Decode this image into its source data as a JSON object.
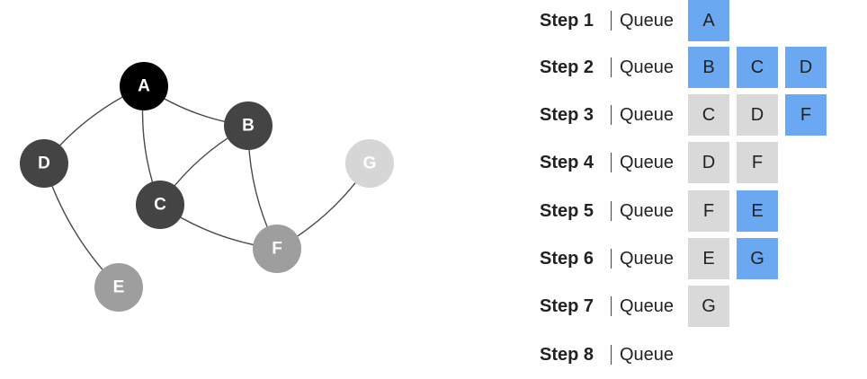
{
  "graph": {
    "nodes": [
      {
        "id": "A",
        "label": "A",
        "fill": "#000000"
      },
      {
        "id": "B",
        "label": "B",
        "fill": "#444444"
      },
      {
        "id": "C",
        "label": "C",
        "fill": "#444444"
      },
      {
        "id": "D",
        "label": "D",
        "fill": "#444444"
      },
      {
        "id": "E",
        "label": "E",
        "fill": "#9e9e9e"
      },
      {
        "id": "F",
        "label": "F",
        "fill": "#9e9e9e"
      },
      {
        "id": "G",
        "label": "G",
        "fill": "#d6d6d6"
      }
    ],
    "edges": [
      [
        "A",
        "D"
      ],
      [
        "A",
        "B"
      ],
      [
        "A",
        "C"
      ],
      [
        "B",
        "C"
      ],
      [
        "B",
        "F"
      ],
      [
        "C",
        "F"
      ],
      [
        "D",
        "E"
      ],
      [
        "F",
        "G"
      ]
    ]
  },
  "steps": [
    {
      "label": "Step 1",
      "queue_label": "Queue",
      "cells": [
        {
          "text": "A",
          "color": "blue"
        }
      ]
    },
    {
      "label": "Step 2",
      "queue_label": "Queue",
      "cells": [
        {
          "text": "B",
          "color": "blue"
        },
        {
          "text": "C",
          "color": "blue"
        },
        {
          "text": "D",
          "color": "blue"
        }
      ]
    },
    {
      "label": "Step 3",
      "queue_label": "Queue",
      "cells": [
        {
          "text": "C",
          "color": "gray"
        },
        {
          "text": "D",
          "color": "gray"
        },
        {
          "text": "F",
          "color": "blue"
        }
      ]
    },
    {
      "label": "Step 4",
      "queue_label": "Queue",
      "cells": [
        {
          "text": "D",
          "color": "gray"
        },
        {
          "text": "F",
          "color": "gray"
        }
      ]
    },
    {
      "label": "Step 5",
      "queue_label": "Queue",
      "cells": [
        {
          "text": "F",
          "color": "gray"
        },
        {
          "text": "E",
          "color": "blue"
        }
      ]
    },
    {
      "label": "Step 6",
      "queue_label": "Queue",
      "cells": [
        {
          "text": "E",
          "color": "gray"
        },
        {
          "text": "G",
          "color": "blue"
        }
      ]
    },
    {
      "label": "Step 7",
      "queue_label": "Queue",
      "cells": [
        {
          "text": "G",
          "color": "gray"
        }
      ]
    },
    {
      "label": "Step 8",
      "queue_label": "Queue",
      "cells": []
    }
  ]
}
